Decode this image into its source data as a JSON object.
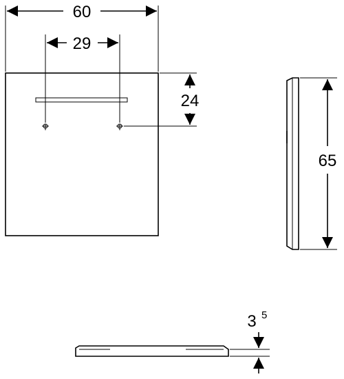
{
  "dimensions": {
    "overall_width": "60",
    "mount_spacing": "29",
    "mount_height": "24",
    "overall_height": "65",
    "depth_main": "3",
    "depth_sup": "5"
  },
  "colors": {
    "line": "#000000",
    "background": "#ffffff"
  }
}
